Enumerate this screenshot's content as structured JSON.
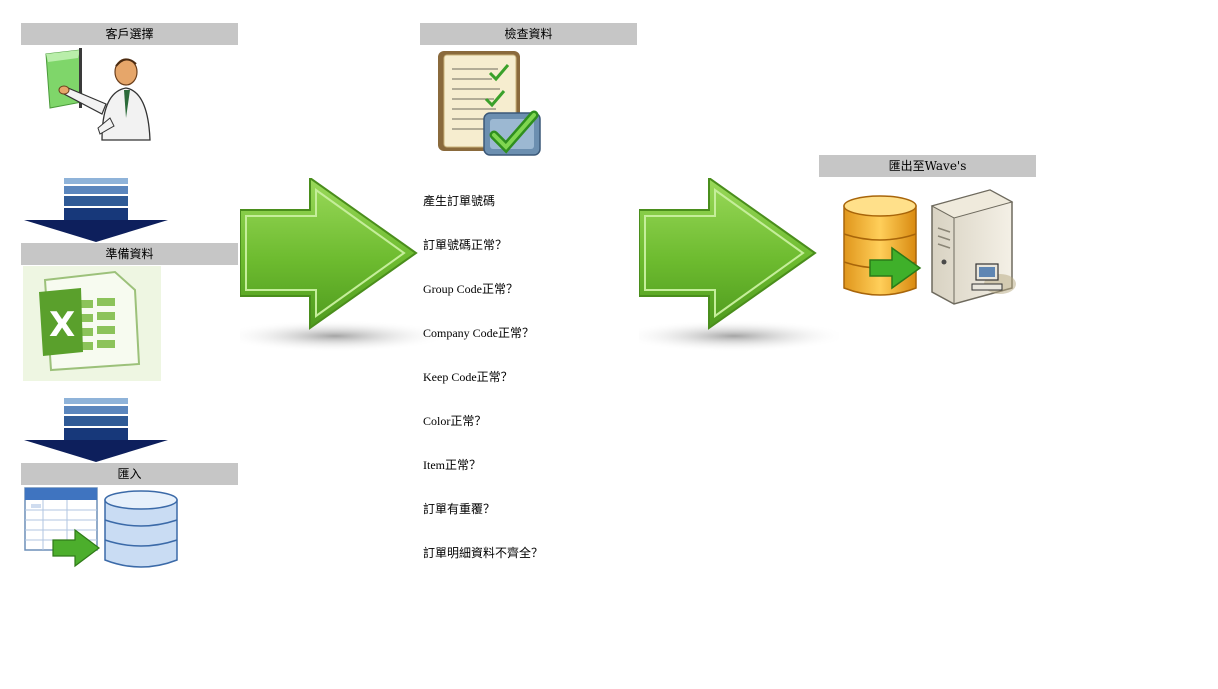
{
  "steps": {
    "client_select": "客戶選擇",
    "prepare_data": "準備資料",
    "import": "匯入",
    "check_data": "檢查資料",
    "export": "匯出至Wave's"
  },
  "checks": [
    "產生訂單號碼",
    "訂單號碼正常？",
    "Group Code正常？",
    "Company Code正常？",
    "Keep Code正常？",
    "Color正常？",
    "Item正常？",
    "訂單有重覆？",
    "訂單明細資料不齊全？"
  ],
  "icons": {
    "client": "presenter-icon",
    "excel": "excel-icon",
    "import": "table-to-database-icon",
    "checklist": "checklist-icon",
    "export": "database-to-server-icon",
    "arrow_down": "down-arrow-icon",
    "arrow_right": "green-right-arrow-icon"
  },
  "colors": {
    "header_bg": "#c6c6c6",
    "arrow_green": "#6dbb2f",
    "arrow_navy": "#0d1f5c"
  }
}
